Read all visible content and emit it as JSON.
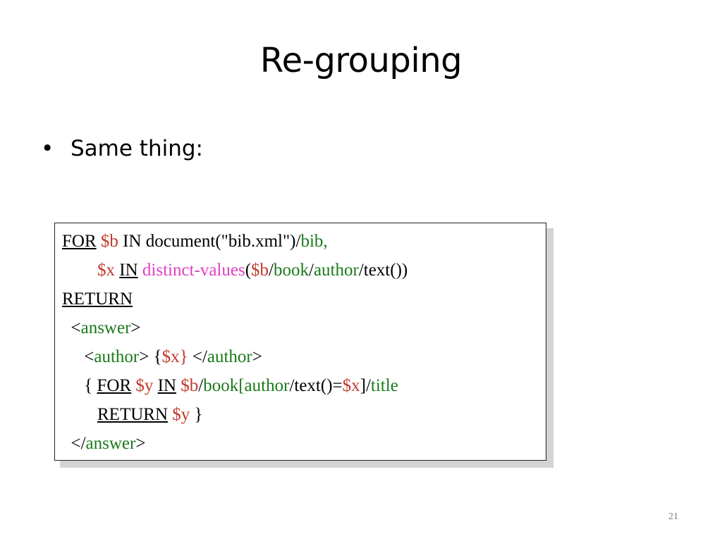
{
  "slide": {
    "title": "Re-grouping",
    "bullet": "Same thing:",
    "page_number": "21"
  },
  "colors": {
    "keyword": "#000000",
    "variable": "#c0392b",
    "path": "#1a7a1a",
    "function": "#e040c0"
  },
  "code": {
    "l1": {
      "t1": "FOR",
      "t2": " ",
      "t3": "$b",
      "t4": " IN document(\"bib.xml\")/",
      "t5": "bib,"
    },
    "l2": {
      "t1": "        ",
      "t2": "$x",
      "t3": " ",
      "t4": "IN",
      "t5": " ",
      "t6": "distinct-values",
      "t7": "(",
      "t8": "$b",
      "t9": "/",
      "t10": "book",
      "t11": "/",
      "t12": "author",
      "t13": "/text())"
    },
    "l3": {
      "t1": "RETURN"
    },
    "l4": {
      "t1": "  <",
      "t2": "answer",
      "t3": ">"
    },
    "l5": {
      "t1": "     <",
      "t2": "author",
      "t3": "> {",
      "t4": "$x}",
      "t5": " </",
      "t6": "author",
      "t7": ">"
    },
    "l6": {
      "t1": "     { ",
      "t2": "FOR",
      "t3": " ",
      "t4": "$y",
      "t5": " ",
      "t6": "IN",
      "t7": " ",
      "t8": "$b",
      "t9": "/",
      "t10": "book[author",
      "t11": "/text()=",
      "t12": "$x",
      "t13": "]/",
      "t14": "title"
    },
    "l7": {
      "t1": "        ",
      "t2": "RETURN",
      "t3": " ",
      "t4": "$y",
      "t5": " }"
    },
    "l8": {
      "t1": "  </",
      "t2": "answer",
      "t3": ">"
    }
  }
}
